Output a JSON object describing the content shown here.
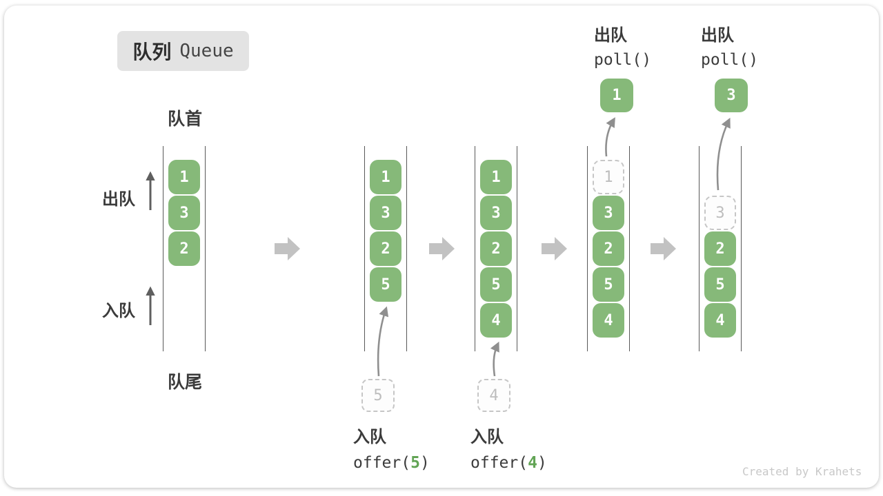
{
  "title": {
    "zh": "队列",
    "en": "Queue"
  },
  "labels": {
    "front": "队首",
    "rear": "队尾",
    "dequeue": "出队",
    "enqueue": "入队"
  },
  "queues": [
    {
      "slots": [
        "1",
        "3",
        "2"
      ]
    },
    {
      "slots": [
        "1",
        "3",
        "2",
        "5"
      ]
    },
    {
      "slots": [
        "1",
        "3",
        "2",
        "5",
        "4"
      ]
    },
    {
      "removed": "1",
      "slots": [
        "3",
        "2",
        "5",
        "4"
      ]
    },
    {
      "removed": "3",
      "slots": [
        "2",
        "5",
        "4"
      ]
    }
  ],
  "ops": {
    "enqueue5": {
      "label": "入队",
      "code_pre": "offer(",
      "arg": "5",
      "code_suf": ")",
      "pending": "5"
    },
    "enqueue4": {
      "label": "入队",
      "code_pre": "offer(",
      "arg": "4",
      "code_suf": ")",
      "pending": "4"
    },
    "poll1": {
      "label": "出队",
      "code": "poll()",
      "value": "1"
    },
    "poll3": {
      "label": "出队",
      "code": "poll()",
      "value": "3"
    }
  },
  "watermark": "Created by Krahets",
  "colors": {
    "box_green": "#86b979",
    "arrow_gray": "#c2c2c2",
    "dashed_gray": "#c6c6c6",
    "code_arg_green": "#62a455",
    "line_dark": "#585858",
    "thin_arrow_gray": "#8f8f8f"
  }
}
